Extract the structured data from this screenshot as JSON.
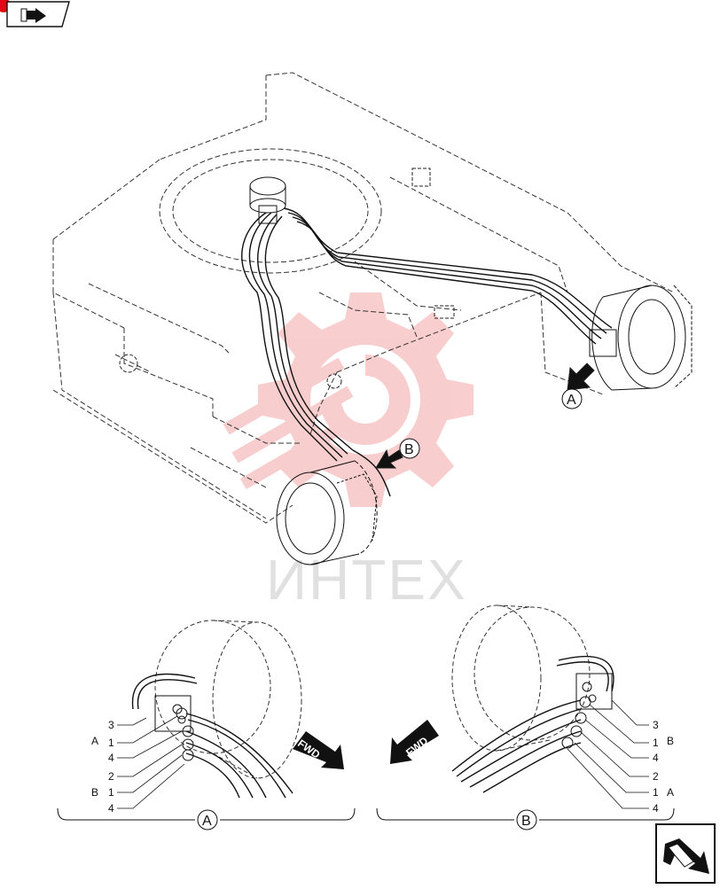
{
  "watermark": {
    "text": "ИНТЕХ",
    "color": "#f4a6a6"
  },
  "nav": {
    "prev_icon": "arrow-left-page-icon",
    "next_icon": "arrow-right-page-icon",
    "badge_color": "#e30613"
  },
  "main_view": {
    "callout_a": "A",
    "callout_b": "B"
  },
  "detail_a": {
    "caption": "A",
    "fwd": "FWD",
    "labels": {
      "port_3": "3",
      "port_1_top": "1",
      "port_4_top": "4",
      "port_2": "2",
      "port_1_bottom": "1",
      "port_4_bottom": "4"
    },
    "groups": {
      "top": "A",
      "bottom": "B"
    }
  },
  "detail_b": {
    "caption": "B",
    "fwd": "FWD",
    "labels": {
      "port_3": "3",
      "port_1_top": "1",
      "port_4_top": "4",
      "port_2": "2",
      "port_1_bottom": "1",
      "port_4_bottom": "4"
    },
    "groups": {
      "top": "B",
      "bottom": "A"
    }
  }
}
